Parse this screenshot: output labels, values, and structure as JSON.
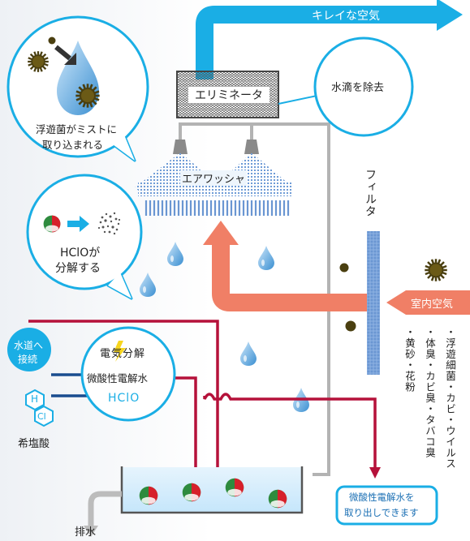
{
  "labels": {
    "clean_air": "キレイな空気",
    "eliminator": "エリミネータ",
    "water_removal": "水滴を除去",
    "bubble_capture_1": "浮遊菌がミストに",
    "bubble_capture_2": "取り込まれる",
    "air_washer": "エアワッシャ",
    "filter": "フィルタ",
    "hclo_1": "HClOが",
    "hclo_2": "分解する",
    "indoor_air": "室内空気",
    "tap_1": "水道へ",
    "tap_2": "接続",
    "electrolysis": "電気分解",
    "weak_acid_water": "微酸性電解水",
    "hclo_small": "HClO",
    "dilute_hcl": "希塩酸",
    "hcl_h": "H",
    "hcl_cl": "Cl",
    "drain": "排水",
    "takeout_1": "微酸性電解水を",
    "takeout_2": "取り出しできます",
    "pollutants_1": "・浮遊細菌・カビ・ウイルス",
    "pollutants_2": "・体臭・カビ臭・タバコ臭",
    "pollutants_3": "・黄砂・花粉"
  },
  "colors": {
    "cyan": "#1aaee5",
    "dark_red": "#b5113a",
    "salmon": "#f07f66",
    "navy": "#1a4d8f",
    "grey_pipe": "#b3b3b3",
    "filter_blue": "#7ea8db"
  },
  "icons": [
    "droplet-icon",
    "bacteria-icon",
    "lightning-icon",
    "bubble-icon"
  ]
}
